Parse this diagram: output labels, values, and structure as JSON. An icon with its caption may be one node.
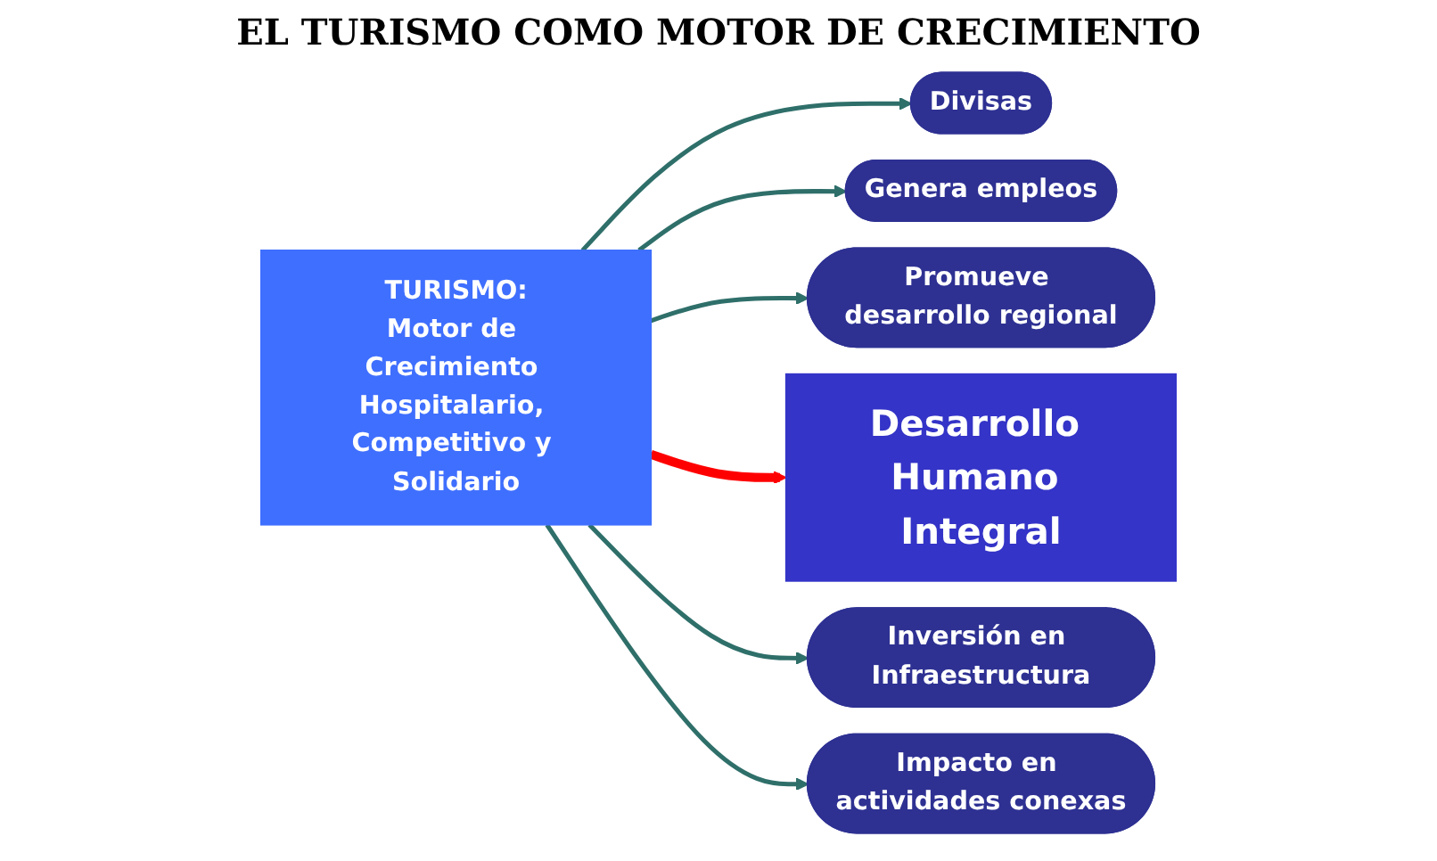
{
  "diagram": {
    "title": "EL TURISMO COMO MOTOR DE CRECIMIENTO",
    "nodes": [
      {
        "text": [
          "Divisas"
        ]
      },
      {
        "text": [
          "Genera empleos"
        ]
      },
      {
        "text": [
          "Promueve desarrollo regional"
        ]
      },
      {
        "text": [
          "TURISMO:",
          "Motor de Crecimiento Hospitalario, Competitivo y Solidario"
        ]
      },
      {
        "text": [
          "Desarrollo Humano Integral"
        ]
      },
      {
        "text": [
          "Inversión en Infraestructura"
        ]
      },
      {
        "text": [
          "Impacto en actividades conexas"
        ]
      }
    ],
    "edges": [
      {
        "from": 3,
        "to": 0,
        "arrow": "to"
      },
      {
        "from": 3,
        "to": 1,
        "arrow": "to"
      },
      {
        "from": 3,
        "to": 2,
        "arrow": "to"
      },
      {
        "from": 3,
        "to": 4,
        "arrow": "to",
        "style": "thick",
        "color": "#ff0000"
      },
      {
        "from": 3,
        "to": 5,
        "arrow": "to"
      },
      {
        "from": 3,
        "to": 6,
        "arrow": "to"
      }
    ]
  }
}
